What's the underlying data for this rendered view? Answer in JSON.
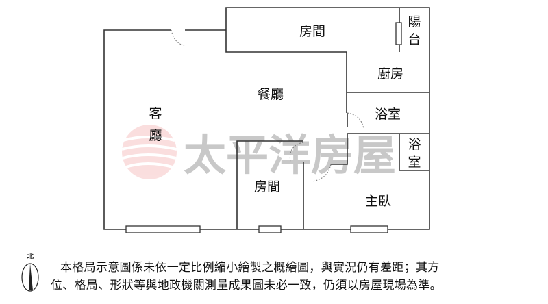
{
  "rooms": {
    "room_top": "房間",
    "balcony_line1": "陽",
    "balcony_line2": "台",
    "kitchen": "廚房",
    "dining": "餐廳",
    "living_line1": "客",
    "living_line2": "廳",
    "bath1": "浴室",
    "bath2_line1": "浴",
    "bath2_line2": "室",
    "room_small": "房間",
    "master": "主臥"
  },
  "watermark": "太平洋房屋",
  "compass": {
    "label": "北"
  },
  "disclaimer": {
    "line1": "本格局示意圖係未依一定比例縮小繪製之概繪圖，與實況仍有差距；其方",
    "line2": "位、格局、形狀等與地政機關測量成果圖未必一致，仍須以房屋現場為準。"
  },
  "colors": {
    "wall": "#333333",
    "watermark_logo": "#f0a0a0",
    "watermark_text": "#c8c8c8"
  }
}
